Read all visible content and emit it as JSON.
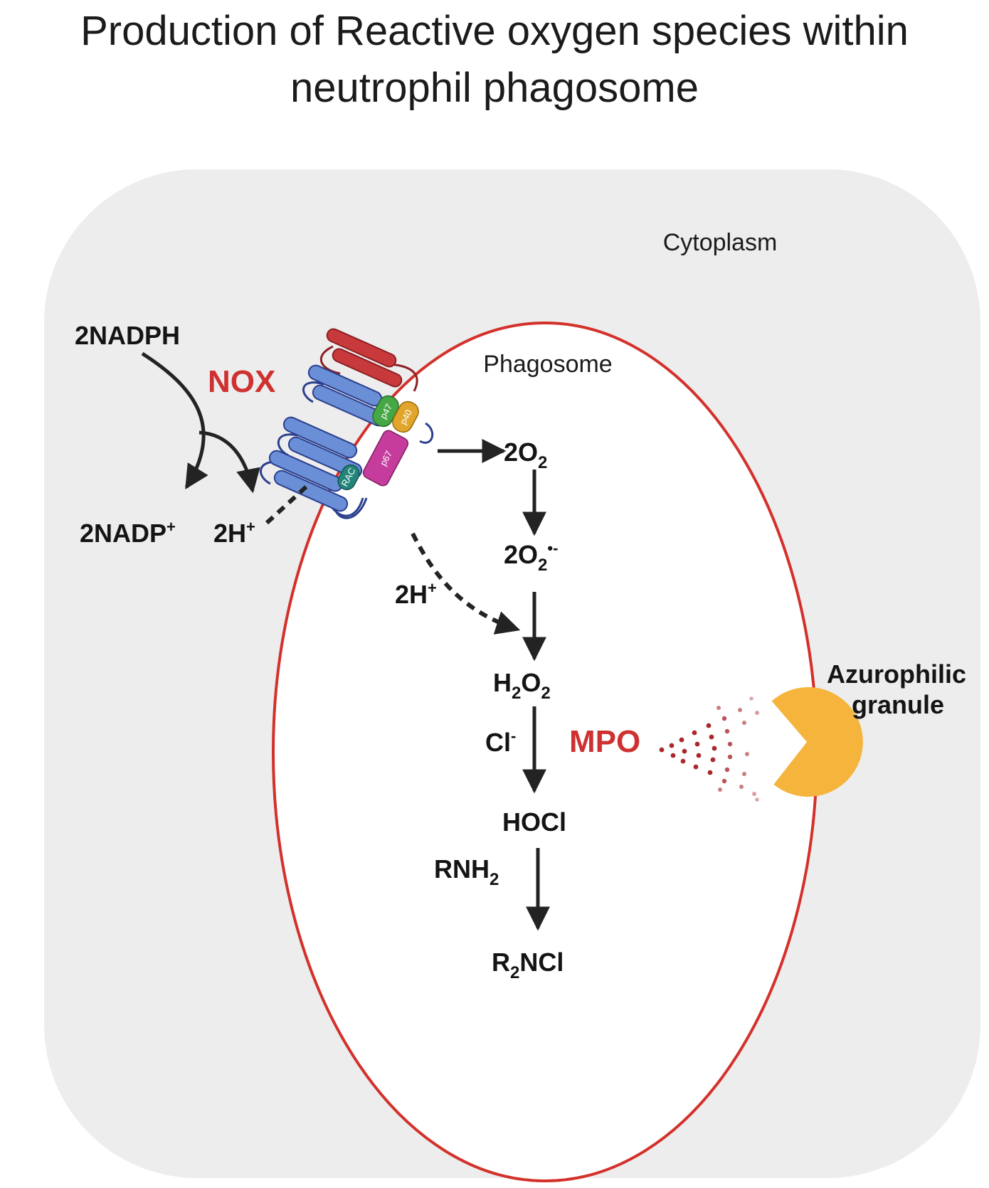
{
  "title": {
    "line1": "Production of Reactive oxygen species within",
    "line2": "neutrophil phagosome"
  },
  "compartments": {
    "cytoplasm": "Cytoplasm",
    "phagosome": "Phagosome"
  },
  "enzymes": {
    "nox": "NOX",
    "mpo": "MPO"
  },
  "nox_subunits": {
    "p47": "p47",
    "p40": "p40",
    "p67": "p67",
    "rac": "RAC"
  },
  "granule": {
    "line1": "Azurophilic",
    "line2": "granule"
  },
  "cytoplasm_reaction": {
    "substrate": "2NADPH",
    "product": "2NADP",
    "product_sup": "+",
    "protons": "2H",
    "protons_sup": "+"
  },
  "phagosome_cascade": {
    "oxygen_main": "2O",
    "oxygen_sub": "2",
    "superoxide_main": "2O",
    "superoxide_sub": "2",
    "superoxide_sup": "•-",
    "protons": "2H",
    "protons_sup": "+",
    "peroxide_h": "H",
    "peroxide_sub1": "2",
    "peroxide_o": "O",
    "peroxide_sub2": "2",
    "chloride": "Cl",
    "chloride_sup": "-",
    "hypochlorous": "HOCl",
    "amine_main": "RNH",
    "amine_sub": "2",
    "chloramine_r": "R",
    "chloramine_sub": "2",
    "chloramine_rest": "NCl"
  },
  "colors": {
    "cytoplasm_fill": "#ededed",
    "phagosome_border": "#d3312b",
    "enzyme_label": "#cf3131",
    "granule_fill": "#f5b43c",
    "mpo_particles": "#a8282d",
    "transmembrane_helix": "#6a8fd6",
    "gp91_helix": "#c8393c",
    "p47": "#45a845",
    "p40": "#e0a52a",
    "p67": "#c53c9c",
    "rac": "#23857a",
    "arrow": "#232323"
  }
}
